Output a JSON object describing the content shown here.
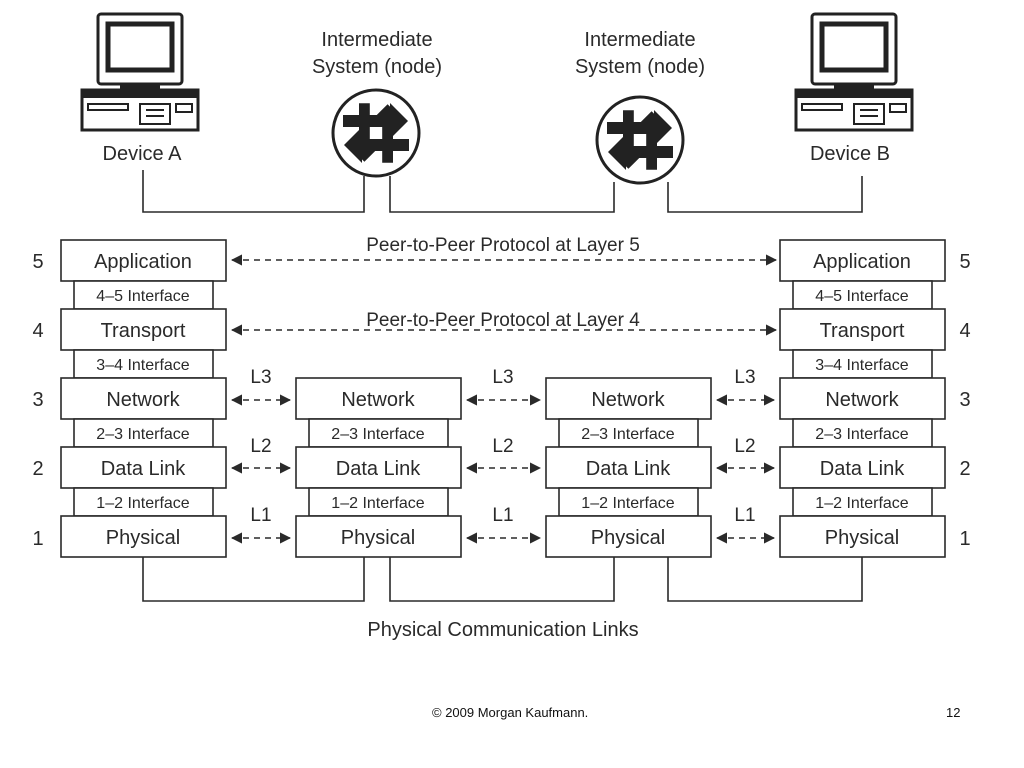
{
  "devices": {
    "device_a": "Device A",
    "device_b": "Device B",
    "node1": [
      "Intermediate",
      "System (node)"
    ],
    "node2": [
      "Intermediate",
      "System (node)"
    ]
  },
  "peer_protocols": {
    "layer5": "Peer-to-Peer Protocol at Layer 5",
    "layer4": "Peer-to-Peer Protocol at Layer 4"
  },
  "layer_numbers": [
    "5",
    "4",
    "3",
    "2",
    "1"
  ],
  "end_stacks": {
    "layers": [
      "Application",
      "Transport",
      "Network",
      "Data Link",
      "Physical"
    ],
    "interfaces": [
      "4–5 Interface",
      "3–4 Interface",
      "2–3 Interface",
      "1–2 Interface"
    ]
  },
  "node_stacks": {
    "layers": [
      "Network",
      "Data Link",
      "Physical"
    ],
    "interfaces": [
      "2–3 Interface",
      "1–2 Interface"
    ]
  },
  "link_labels": [
    "L3",
    "L2",
    "L1"
  ],
  "bottom_label": "Physical Communication Links",
  "footer": {
    "copyright": "© 2009 Morgan Kaufmann.",
    "page_number": "12"
  }
}
